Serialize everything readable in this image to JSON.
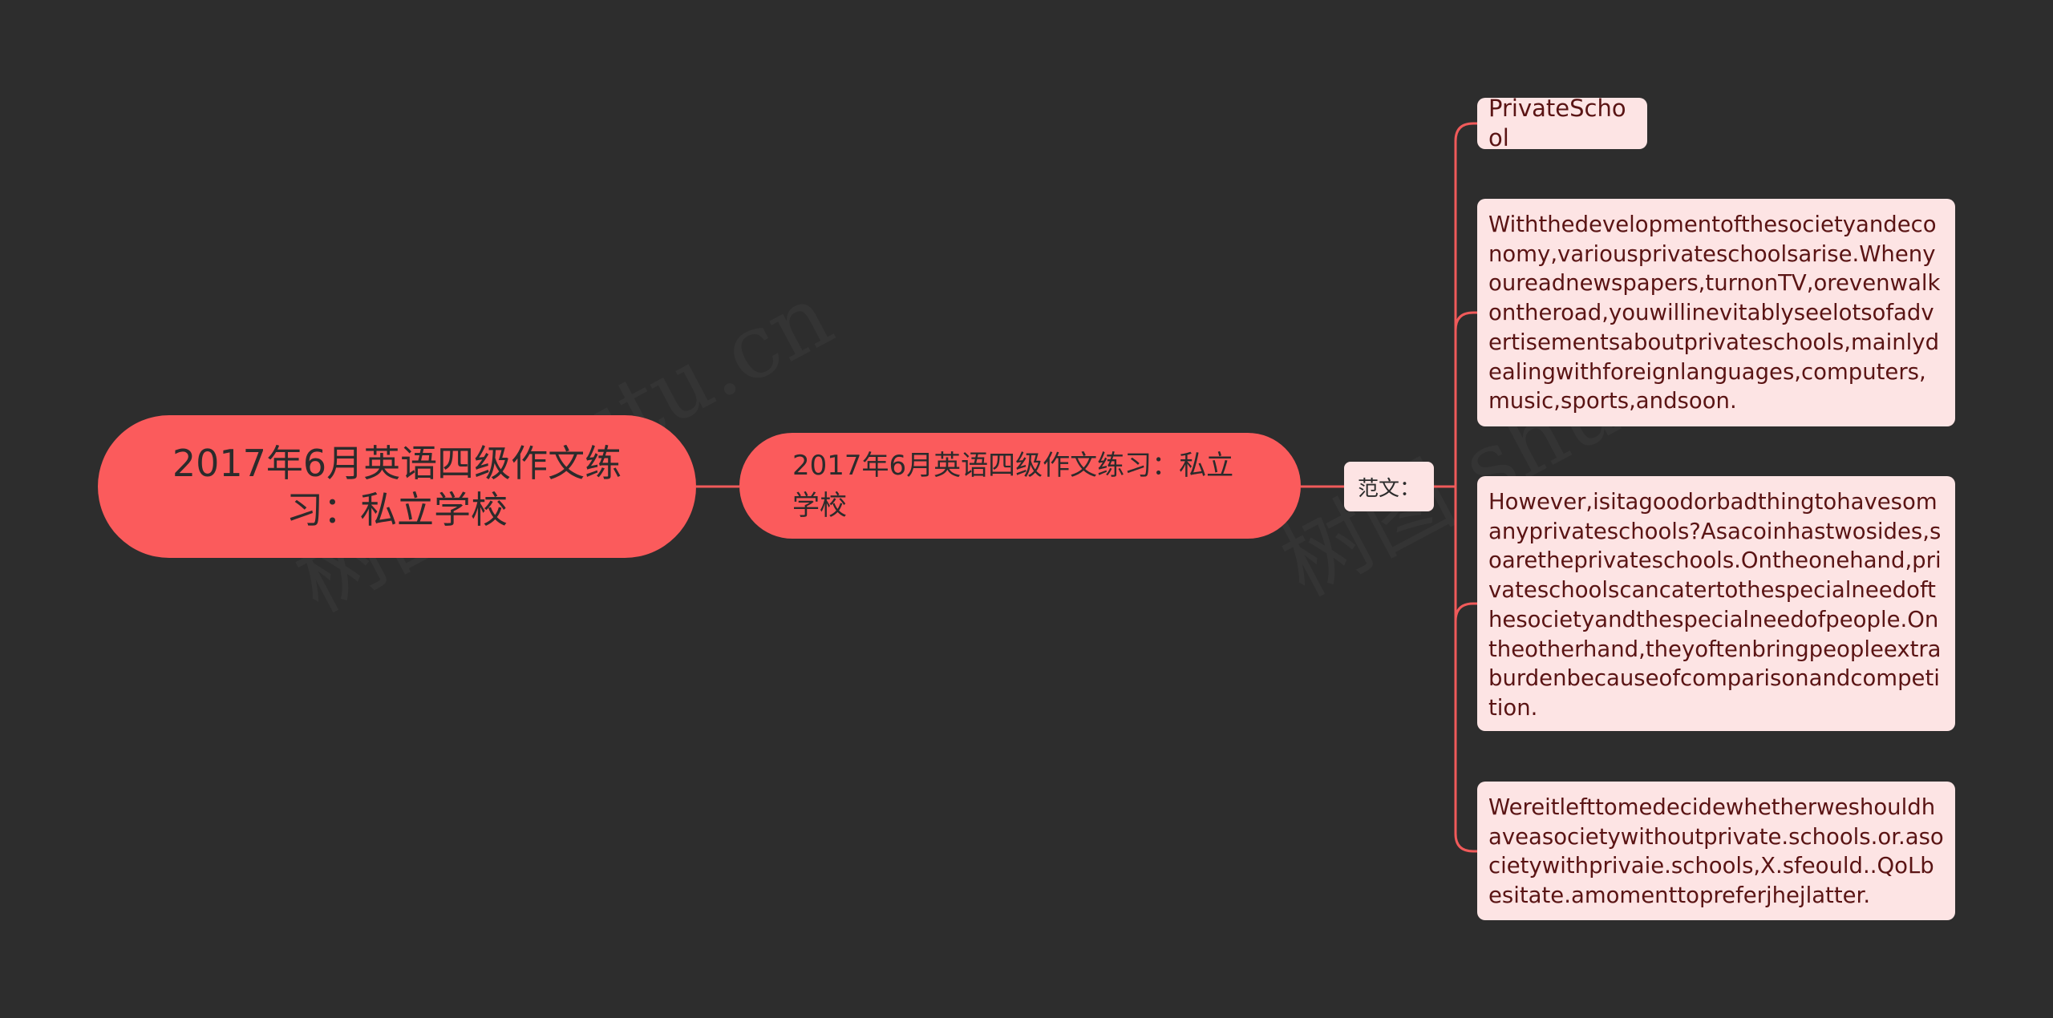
{
  "theme": {
    "background": "#2d2d2d",
    "accent": "#fb5b5c",
    "leaf_bg": "#fde4e4",
    "leaf_text": "#5a1414",
    "line_color": "#f05a5a"
  },
  "mindmap": {
    "root": "2017年6月英语四级作文练习：私立学校",
    "branch": "2017年6月英语四级作文练习：私立学校",
    "label": "范文：",
    "leaves": [
      "PrivateSchool",
      "Withthedevelopmentofthesocietyandeconomy,variousprivateschoolsarise.Whenyoureadnewspapers,turnonTV,orevenwalkontheroad,youwillinevitablyseelotsofadvertisementsaboutprivateschools,mainlydealingwithforeignlanguages,computers,music,sports,andsoon.",
      "However,isitagoodorbadthingtohavesomanyprivateschools?Asacoinhastwosides,soarethe​privateschools.Ontheonehand,privateschoolscancatertothespecialneedofthesocietyandthespecialneedofpeople.Ontheotherhand,theyoftenbringpeopleextraburdenbecauseofcomparisonandcompetition.",
      "Wereitlefttomedecidewhetherweshouldhaveasocietywithoutprivate.schools.or.asocietywithprivaie.schools,X.sfeould..QoLbesitate.amomenttopreferjhejlatter."
    ]
  }
}
